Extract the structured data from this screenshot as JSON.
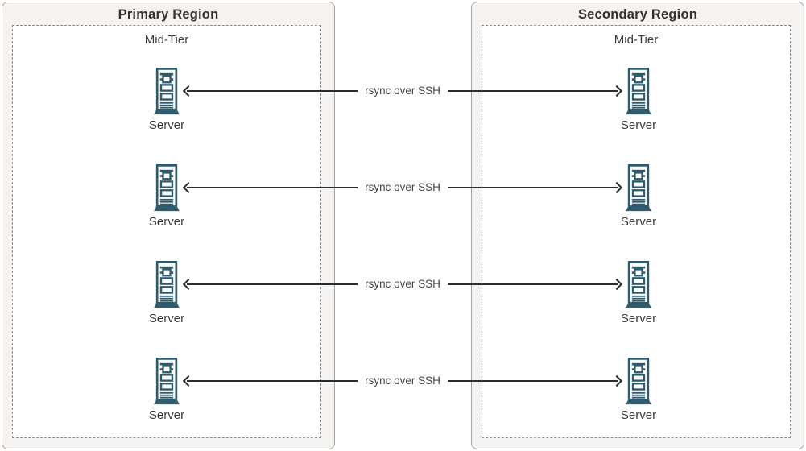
{
  "diagram": {
    "regions": [
      {
        "title": "Primary Region",
        "tier_label": "Mid-Tier",
        "servers": [
          "Server",
          "Server",
          "Server",
          "Server"
        ]
      },
      {
        "title": "Secondary Region",
        "tier_label": "Mid-Tier",
        "servers": [
          "Server",
          "Server",
          "Server",
          "Server"
        ]
      }
    ],
    "connections": [
      {
        "label": "rsync over SSH",
        "direction": "bidirectional"
      },
      {
        "label": "rsync over SSH",
        "direction": "bidirectional"
      },
      {
        "label": "rsync over SSH",
        "direction": "bidirectional"
      },
      {
        "label": "rsync over SSH",
        "direction": "bidirectional"
      }
    ],
    "colors": {
      "server_icon": "#2d5c6e",
      "arrow": "#2b2b2b",
      "region_bg": "#f4f3f1",
      "region_border": "#a8a29a",
      "dashed_border": "#8e8a84",
      "tier_bg": "#ffffff",
      "title_text": "#36312d",
      "text": "#3e3a36",
      "canvas_bg": "#ffffff"
    }
  }
}
